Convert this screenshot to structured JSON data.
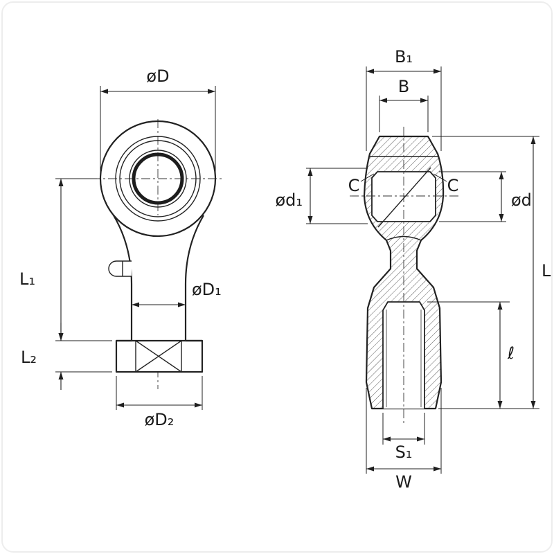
{
  "figure": {
    "type": "technical-drawing",
    "subject": "Female threaded rod end bearing, two-view dimensional drawing",
    "ink": "#1f1f1f",
    "background": "#ffffff"
  },
  "front_view": {
    "labels": {
      "head_outer_diameter": "øD",
      "center_to_shoulder_length": "L₁",
      "nut_section_height": "L₂",
      "shank_diameter": "øD₁",
      "nut_outer_diameter": "øD₂"
    }
  },
  "side_view": {
    "labels": {
      "housing_width_outer": "B₁",
      "ball_width": "B",
      "chamfer_left": "C",
      "chamfer_right": "C",
      "ball_diameter": "ød₁",
      "bore_diameter": "ød",
      "overall_length": "L",
      "thread_depth": "ℓ",
      "thread_hole_width": "S₁",
      "body_width": "W"
    }
  }
}
